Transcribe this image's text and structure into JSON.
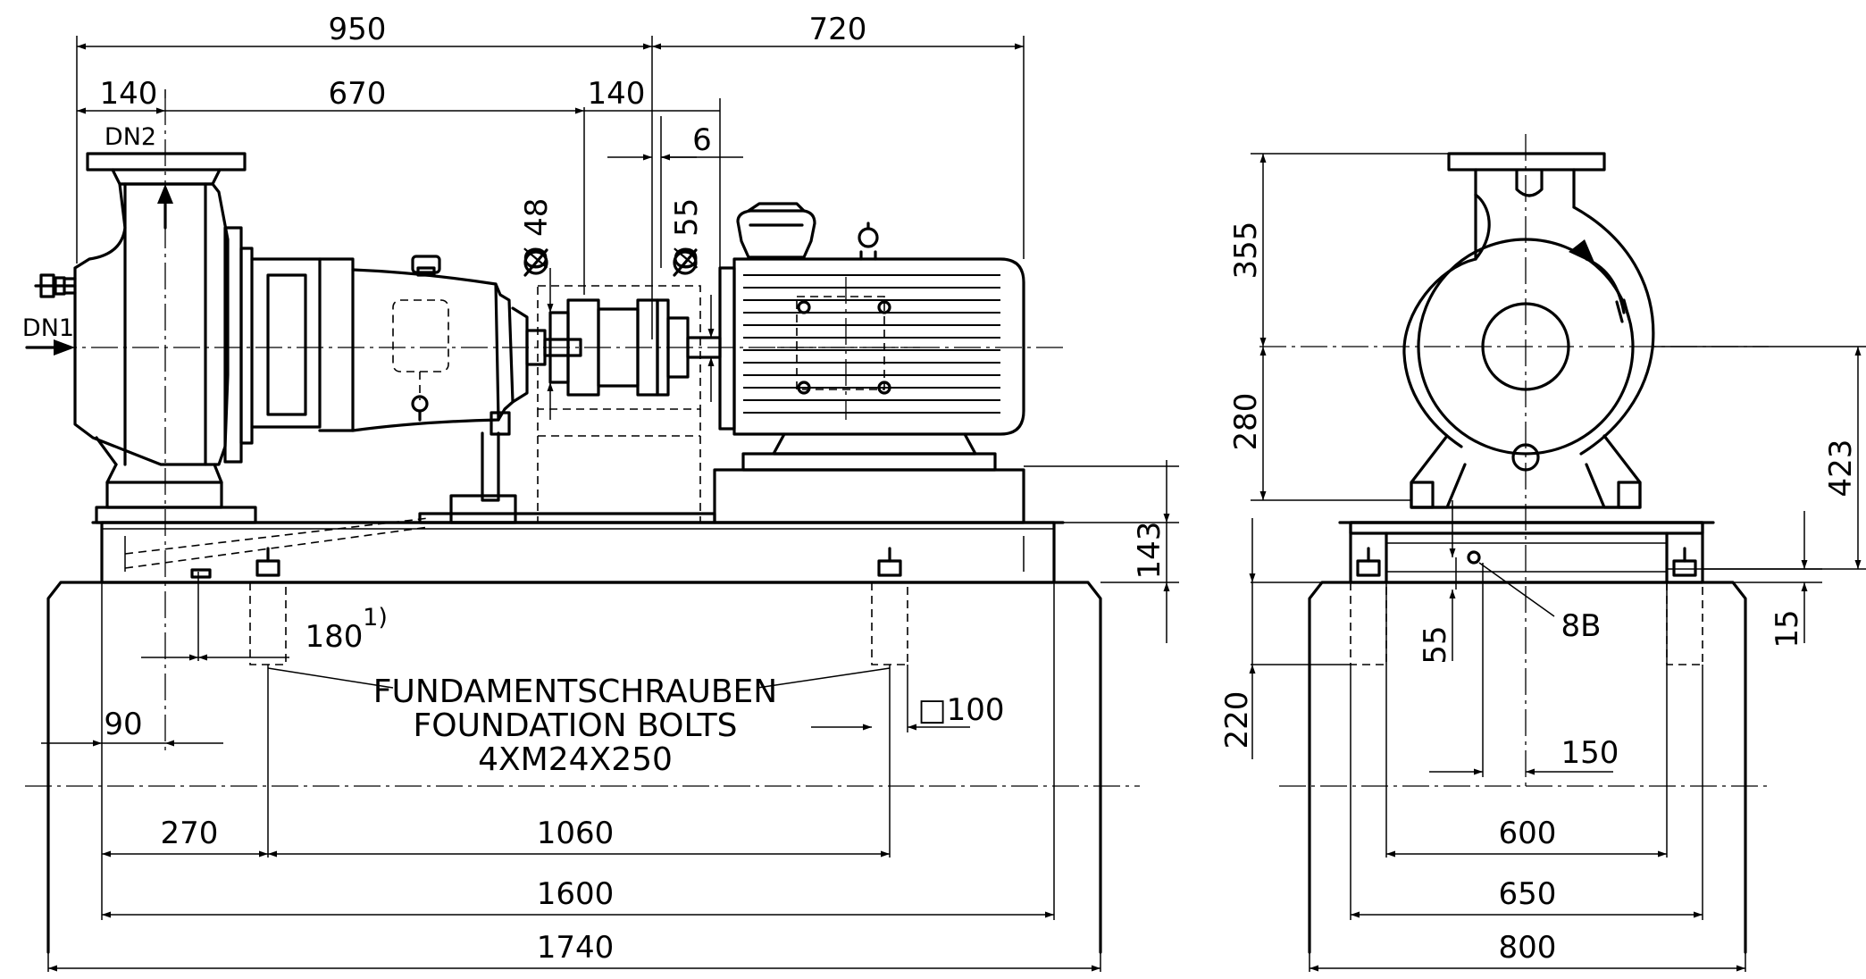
{
  "dimensions": {
    "d950": "950",
    "d720": "720",
    "d140_left": "140",
    "d670": "670",
    "d140_mid": "140",
    "d6": "6",
    "phi48": "Ø 48",
    "phi55": "Ø 55",
    "d143": "143",
    "d180": "180",
    "d90": "90",
    "sq100": "□100",
    "d270": "270",
    "d1060": "1060",
    "d1600": "1600",
    "d1740": "1740",
    "d355": "355",
    "d280": "280",
    "d423": "423",
    "d55": "55",
    "d220": "220",
    "d15": "15",
    "d150": "150",
    "d600": "600",
    "d650": "650",
    "d800": "800"
  },
  "labels": {
    "dn2": "DN2",
    "dn1": "DN1",
    "footnote": "1)",
    "drain": "8B"
  },
  "note": {
    "line1": "FUNDAMENTSCHRAUBEN",
    "line2": "FOUNDATION BOLTS",
    "line3": "4XM24X250"
  }
}
